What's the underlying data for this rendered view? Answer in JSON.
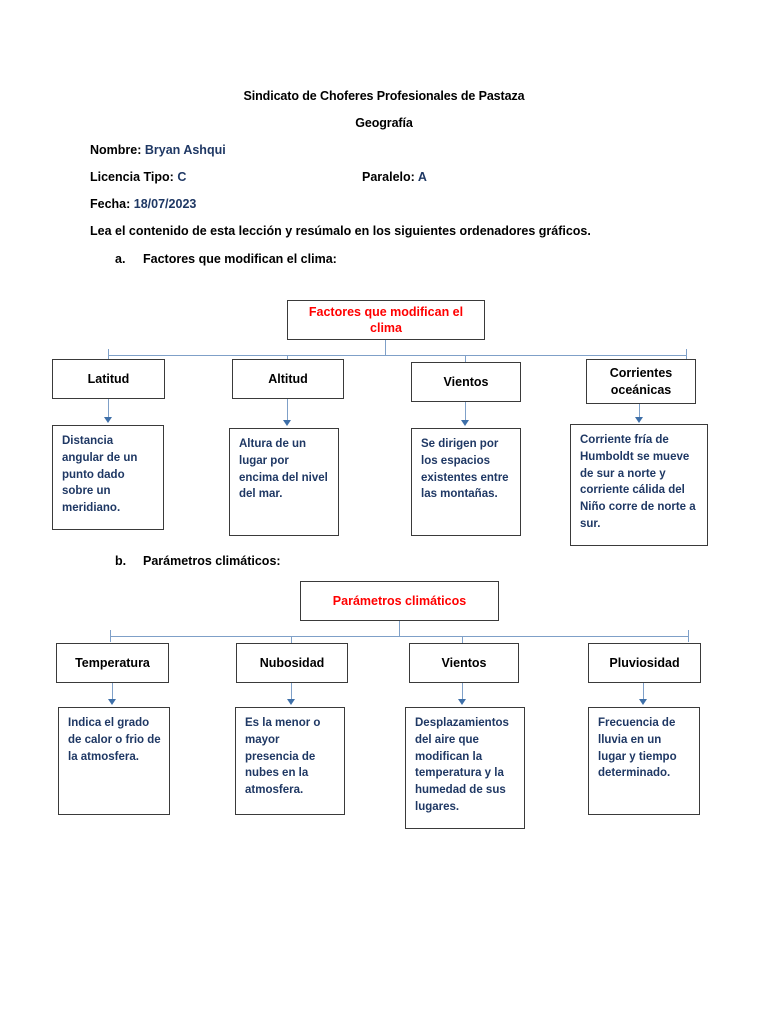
{
  "header": {
    "institution": "Sindicato de Choferes Profesionales de Pastaza",
    "subject": "Geografía",
    "fields": [
      {
        "label": "Nombre:",
        "value": "Bryan Ashqui"
      },
      {
        "label": "Licencia Tipo:",
        "value": "C"
      },
      {
        "label": "Paralelo:",
        "value": "A"
      },
      {
        "label": "Fecha:",
        "value": "18/07/2023"
      }
    ],
    "instruction": "Lea el contenido de esta lección y resúmalo en los siguientes ordenadores gráficos."
  },
  "sections": [
    {
      "marker": "a.",
      "label": "Factores que modifican el clima:",
      "diagram": {
        "title": "Factores que modifican el clima",
        "branches": [
          {
            "name": "Latitud",
            "detail": "Distancia angular de un punto dado sobre un meridiano."
          },
          {
            "name": "Altitud",
            "detail": "Altura de un lugar por encima del nivel del mar."
          },
          {
            "name": "Vientos",
            "detail": "Se dirigen por los espacios existentes entre las montañas."
          },
          {
            "name": "Corrientes oceánicas",
            "detail": "Corriente fría de Humboldt se mueve de sur a norte y corriente cálida del Niño corre de norte a sur."
          }
        ]
      }
    },
    {
      "marker": "b.",
      "label": "Parámetros climáticos:",
      "diagram": {
        "title": "Parámetros climáticos",
        "branches": [
          {
            "name": "Temperatura",
            "detail": "Indica el grado de calor o frio de la atmosfera."
          },
          {
            "name": "Nubosidad",
            "detail": "Es la menor o mayor presencia de nubes en la atmosfera."
          },
          {
            "name": "Vientos",
            "detail": "Desplazamientos del aire que modifican la temperatura y la humedad de sus lugares."
          },
          {
            "name": "Pluviosidad",
            "detail": "Frecuencia de lluvia en un lugar y tiempo determinado."
          }
        ]
      }
    }
  ],
  "colors": {
    "title_red": "#FF0000",
    "value_navy": "#1F3864",
    "connector_blue": "#7FA0C8",
    "box_border": "#3A3A3A"
  }
}
